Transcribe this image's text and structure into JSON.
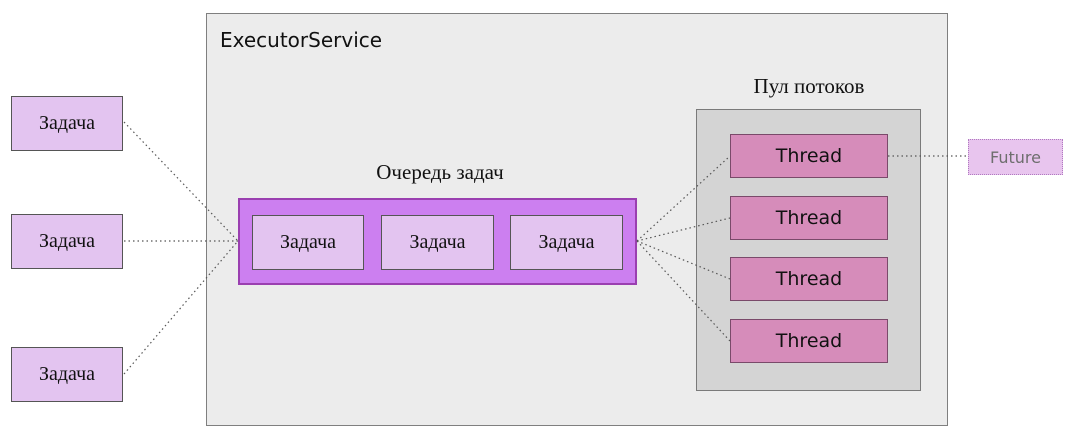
{
  "executor": {
    "title": "ExecutorService"
  },
  "queue": {
    "title": "Очередь задач",
    "tasks": [
      "Задача",
      "Задача",
      "Задача"
    ]
  },
  "pool": {
    "title": "Пул потоков",
    "threads": [
      "Thread",
      "Thread",
      "Thread",
      "Thread"
    ]
  },
  "incoming_tasks": [
    "Задача",
    "Задача",
    "Задача"
  ],
  "future": {
    "label": "Future"
  },
  "colors": {
    "executor_bg": "#ececec",
    "queue_bg": "#cc7ff0",
    "task_bg": "#e3c4f0",
    "pool_bg": "#d4d4d4",
    "thread_bg": "#d68cba",
    "future_bg": "#e8c5ee"
  }
}
